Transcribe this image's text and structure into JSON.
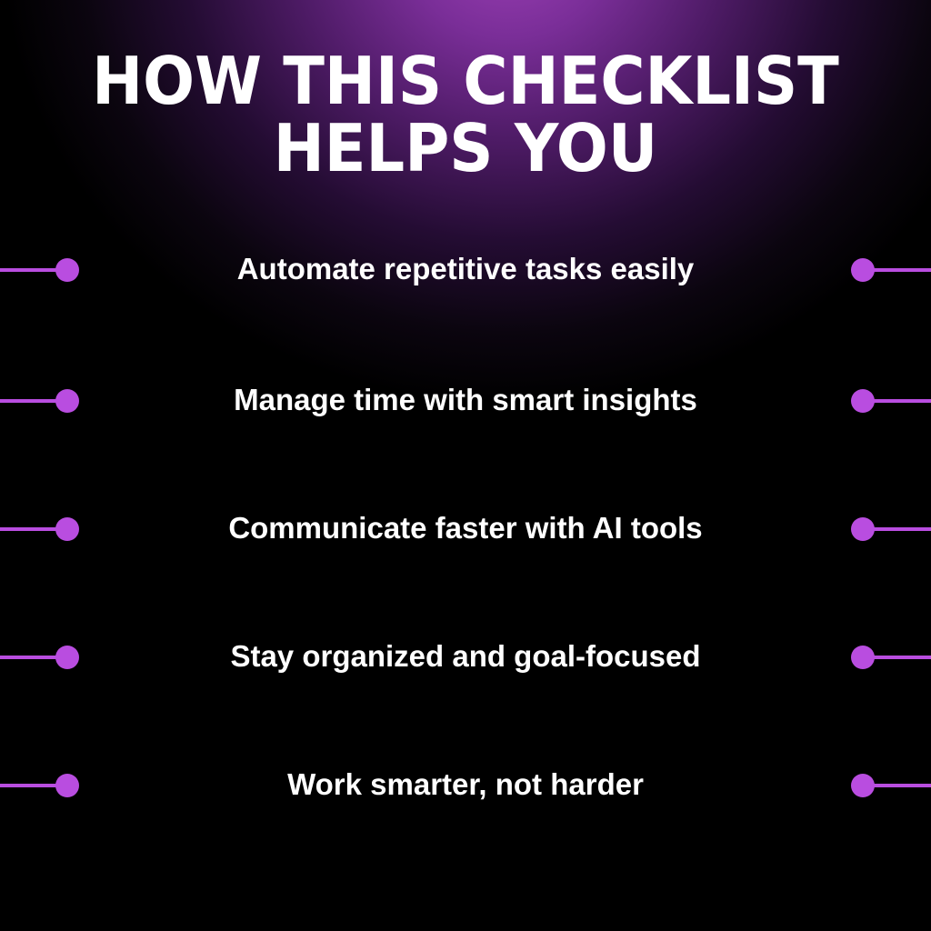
{
  "title": {
    "line1": "HOW THIS CHECKLIST",
    "line2": "HELPS YOU"
  },
  "accent_color": "#b94de0",
  "items": [
    {
      "label": "Automate repetitive tasks easily"
    },
    {
      "label": "Manage time with smart insights"
    },
    {
      "label": "Communicate faster with AI tools"
    },
    {
      "label": "Stay organized and goal-focused"
    },
    {
      "label": "Work smarter, not harder"
    }
  ]
}
